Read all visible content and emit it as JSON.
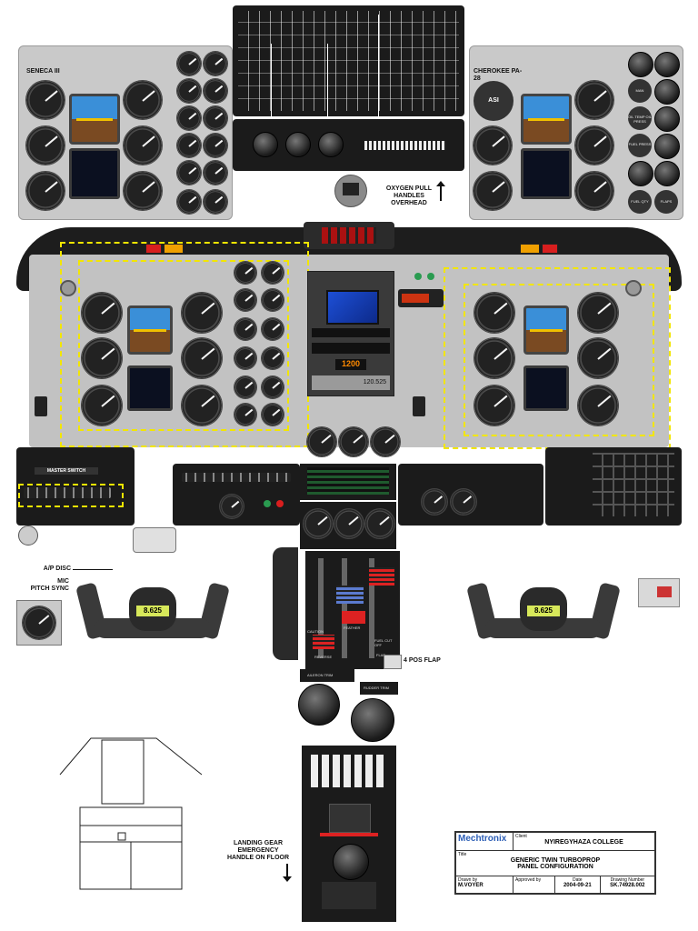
{
  "seneca_panel": {
    "title": "SENECA III"
  },
  "cherokee_panel": {
    "title": "CHEROKEE PA-28",
    "asi_label": "ASI",
    "right_labels": [
      "MAN",
      "OIL TEMP OIL PRESS",
      "FUEL PRESS",
      "FUEL QTY",
      "FLAPS"
    ]
  },
  "oxygen_note": "OXYGEN PULL HANDLES OVERHEAD",
  "master_switch": "MASTER SWITCH",
  "radio_display": {
    "com": "1200",
    "alt": "120.525"
  },
  "yoke_labels": {
    "ap_disc": "A/P DISC",
    "mic": "MIC",
    "pitch_sync": "PITCH SYNC"
  },
  "yoke_display": "8.625",
  "power_labels": {
    "feather": "FEATHER",
    "fuel_cut_off": "FUEL CUT OFF",
    "caution": "CAUTION",
    "reverse": "REVERSE",
    "aileron_trim": "AILERON TRIM",
    "rudder_trim": "RUDDER TRIM",
    "flap": "FLAP"
  },
  "flap_note": "4 POS FLAP",
  "gear_note": "LANDING GEAR EMERGENCY HANDLE ON FLOOR",
  "title_block": {
    "company": "Mechtronix",
    "client_label": "Client",
    "client": "NYIREGYHAZA COLLEGE",
    "title_label": "Title",
    "title_line1": "GENERIC TWIN TURBOPROP",
    "title_line2": "PANEL CONFIGURATION",
    "drawn_by_label": "Drawn by",
    "drawn_by": "M.VOYER",
    "approved_by_label": "Approved by",
    "approved_by": "",
    "date_label": "Date",
    "date": "2004-09-21",
    "drawing_number_label": "Drawing Number",
    "drawing_number": "SK.74928.002"
  },
  "colors": {
    "dashed_outline": "#f2e600",
    "panel_grey": "#c9c9c9",
    "panel_black": "#1b1b1b",
    "caution_orange": "#f0a000",
    "warning_red": "#d81e1e"
  }
}
